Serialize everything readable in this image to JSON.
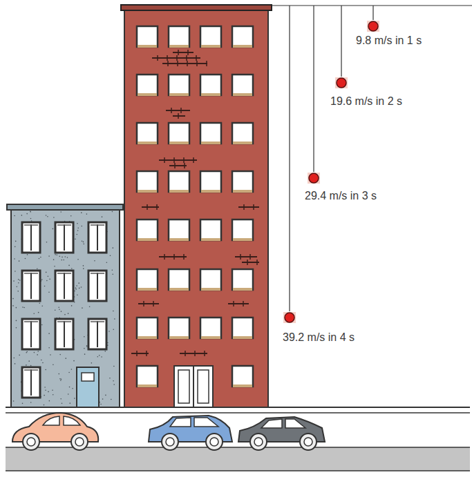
{
  "diagram": {
    "labels": [
      "9.8 m/s in 1 s",
      "19.6 m/s in 2 s",
      "29.4 m/s in 3 s",
      "39.2 m/s in 4 s"
    ]
  }
}
